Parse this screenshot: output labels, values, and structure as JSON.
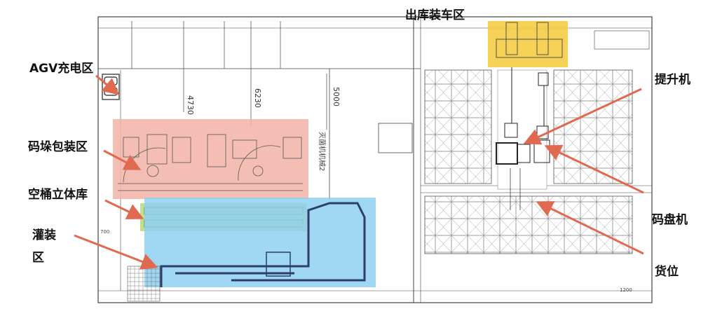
{
  "labels": {
    "agv_charging": "AGV充电区",
    "palletizing_packing": "码垛包装区",
    "empty_drum_warehouse": "空桶立体库",
    "filling_line1": "灌装",
    "filling_line2": "区",
    "outbound_loading": "出库装车区",
    "elevator": "提升机",
    "palletizer": "码盘机",
    "storage_slot": "货位"
  },
  "dimensions": {
    "d1": "4730",
    "d2": "6230",
    "d3": "5000",
    "d4": "700",
    "d5": "1200"
  },
  "room_label": "灭菌机机械2",
  "colors": {
    "palletizing_zone": "#f2b3a8",
    "empty_drum_zone": "#b8dc8a",
    "filling_zone": "#8fd0f0",
    "outbound_zone": "#f5cc45",
    "arrow": "#e06a50",
    "line": "#555555"
  }
}
